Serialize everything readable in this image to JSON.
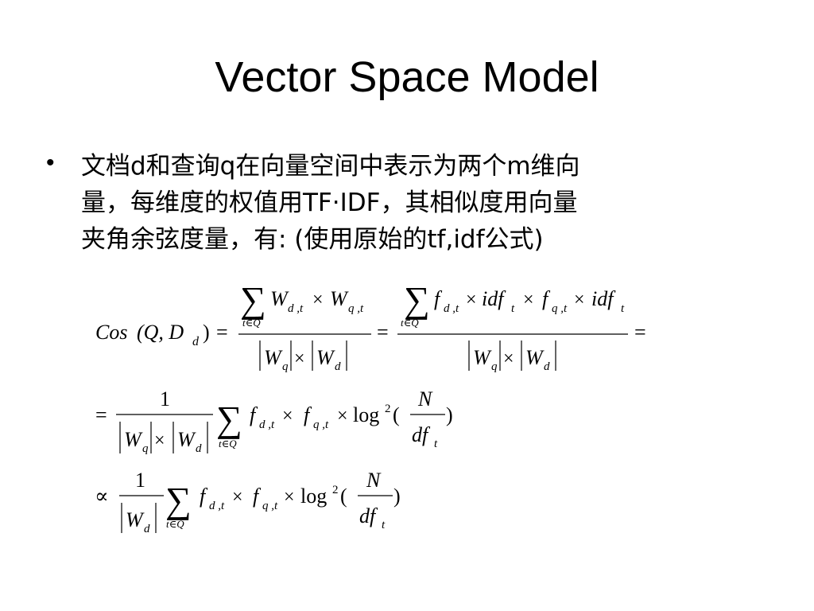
{
  "slide": {
    "title": "Vector Space Model",
    "bullet_symbol": "•",
    "bullet_lines": [
      "文档d和查询q在向量空间中表示为两个m维向",
      "量，每维度的权值用TF·IDF，其相似度用向量",
      "夹角余弦度量，有: (使用原始的tf,idf公式)"
    ]
  },
  "formula": {
    "cos_fn": "Cos",
    "args": "(Q, D",
    "args_sub": "d",
    "args_close": ")",
    "equals": "=",
    "sum_symbol": "∑",
    "sum_index": "t∈Q",
    "times": "×",
    "proportional": "∝",
    "one": "1",
    "W": "W",
    "sub_dt": "d ,t",
    "sub_qt": "q ,t",
    "sub_q": "q",
    "sub_d": "d",
    "f": "f",
    "idf": "idf",
    "sub_t": "t",
    "log": "log",
    "sup_2": "2",
    "open_paren": "(",
    "close_paren": ")",
    "N": "N",
    "df": "df"
  }
}
